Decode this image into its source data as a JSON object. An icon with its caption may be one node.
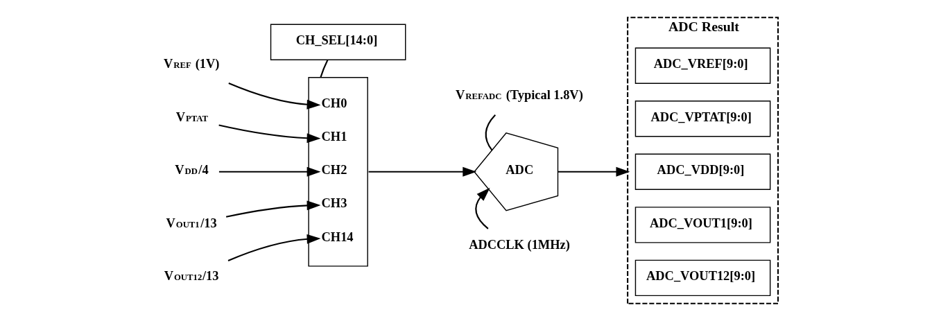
{
  "diagram": {
    "nodes": [
      {
        "text": [
          "V$_{REF}$ (1V)"
        ]
      },
      {
        "text": [
          "V$_{PTAT}$"
        ]
      },
      {
        "text": [
          "V$_{DD}$/4"
        ]
      },
      {
        "text": [
          "V$_{OUT1}$/13"
        ]
      },
      {
        "text": [
          "V$_{OUT12}$/13"
        ]
      },
      {
        "text": [
          "CH0",
          "CH1",
          "CH2",
          "CH3",
          "CH14"
        ]
      },
      {
        "text": [
          "CH_SEL[14:0]"
        ]
      },
      {
        "text": [
          "ADC"
        ]
      },
      {
        "text": [
          "V$_{REFADC}$ (Typical 1.8V)"
        ]
      },
      {
        "text": [
          "ADCCLK (1MHz)"
        ]
      },
      {
        "text": [
          "ADC Result"
        ]
      },
      {
        "text": [
          "ADC_VREF[9:0]"
        ],
        "in": 10
      },
      {
        "text": [
          "ADC_VPTAT[9:0]"
        ],
        "in": 10
      },
      {
        "text": [
          "ADC_VDD[9:0]"
        ],
        "in": 10
      },
      {
        "text": [
          "ADC_VOUT1[9:0]"
        ],
        "in": 10
      },
      {
        "text": [
          "ADC_VOUT12[9:0]"
        ],
        "in": 10
      }
    ],
    "edges": [
      {
        "from": 0,
        "to": 5,
        "arrow": "to"
      },
      {
        "from": 1,
        "to": 5,
        "arrow": "to"
      },
      {
        "from": 2,
        "to": 5,
        "arrow": "to"
      },
      {
        "from": 3,
        "to": 5,
        "arrow": "to"
      },
      {
        "from": 4,
        "to": 5,
        "arrow": "to"
      },
      {
        "from": 6,
        "to": 5,
        "arrow": "none"
      },
      {
        "from": 5,
        "to": 7,
        "arrow": "to"
      },
      {
        "from": 8,
        "to": 7,
        "arrow": "none"
      },
      {
        "from": 9,
        "to": 7,
        "arrow": "to"
      },
      {
        "from": 7,
        "to": 10,
        "arrow": "to"
      }
    ]
  }
}
